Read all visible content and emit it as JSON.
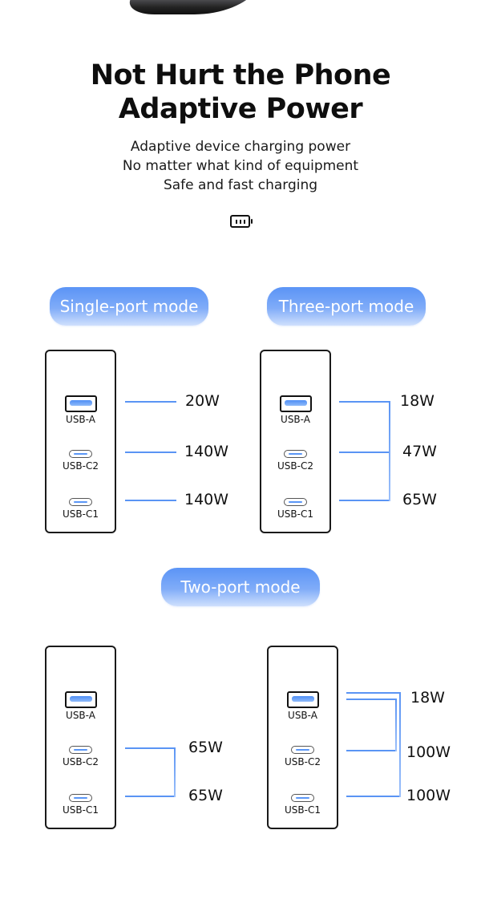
{
  "header": {
    "title_line1": "Not Hurt the Phone",
    "title_line2": "Adaptive Power",
    "subtitle_lines": [
      "Adaptive device charging power",
      "No matter what kind of equipment",
      "Safe and fast charging"
    ],
    "icon": "battery-icon"
  },
  "colors": {
    "accent": "#5b94f6",
    "wire": "#5a94f4",
    "text": "#111111"
  },
  "modes": {
    "single": {
      "label": "Single-port mode",
      "ports": [
        {
          "name": "USB-A",
          "watts": "20W"
        },
        {
          "name": "USB-C2",
          "watts": "140W"
        },
        {
          "name": "USB-C1",
          "watts": "140W"
        }
      ]
    },
    "three": {
      "label": "Three-port mode",
      "ports": [
        {
          "name": "USB-A",
          "watts": "18W"
        },
        {
          "name": "USB-C2",
          "watts": "47W"
        },
        {
          "name": "USB-C1",
          "watts": "65W"
        }
      ]
    },
    "two": {
      "label": "Two-port mode",
      "left": {
        "ports": [
          {
            "name": "USB-A",
            "watts": ""
          },
          {
            "name": "USB-C2",
            "watts": "65W"
          },
          {
            "name": "USB-C1",
            "watts": "65W"
          }
        ]
      },
      "right": {
        "ports": [
          {
            "name": "USB-A",
            "watts": "18W"
          },
          {
            "name": "USB-C2",
            "watts": "100W"
          },
          {
            "name": "USB-C1",
            "watts": "100W"
          }
        ]
      }
    }
  }
}
